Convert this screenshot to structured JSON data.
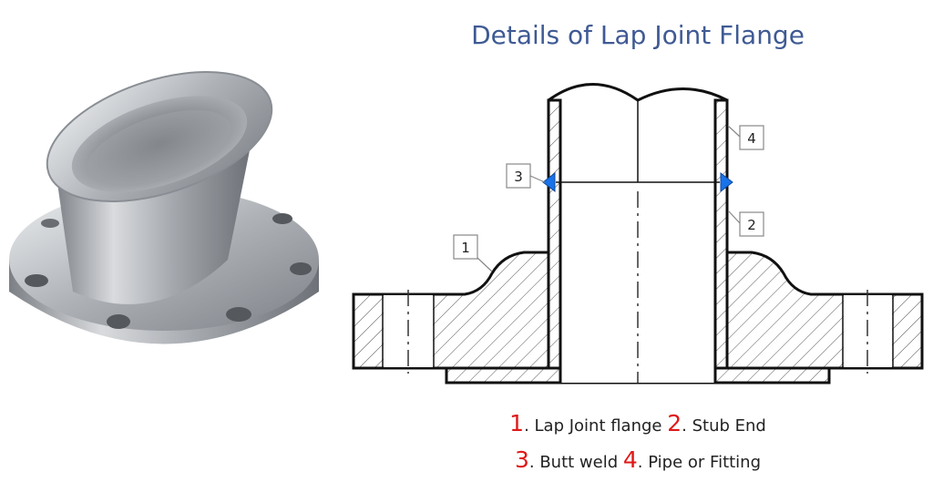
{
  "title": "Details of Lap Joint Flange",
  "callouts": [
    "1",
    "2",
    "3",
    "4"
  ],
  "legend": {
    "line1": [
      {
        "num": "1",
        "text": ". Lap Joint flange "
      },
      {
        "num": "2",
        "text": ". Stub End"
      }
    ],
    "line2": [
      {
        "num": "3",
        "text": ". Butt weld "
      },
      {
        "num": "4",
        "text": ". Pipe or Fitting"
      }
    ]
  },
  "colors": {
    "title": "#3f5a94",
    "legend_number": "#e01818",
    "weld": "#1a73e8",
    "outline": "#111111"
  }
}
